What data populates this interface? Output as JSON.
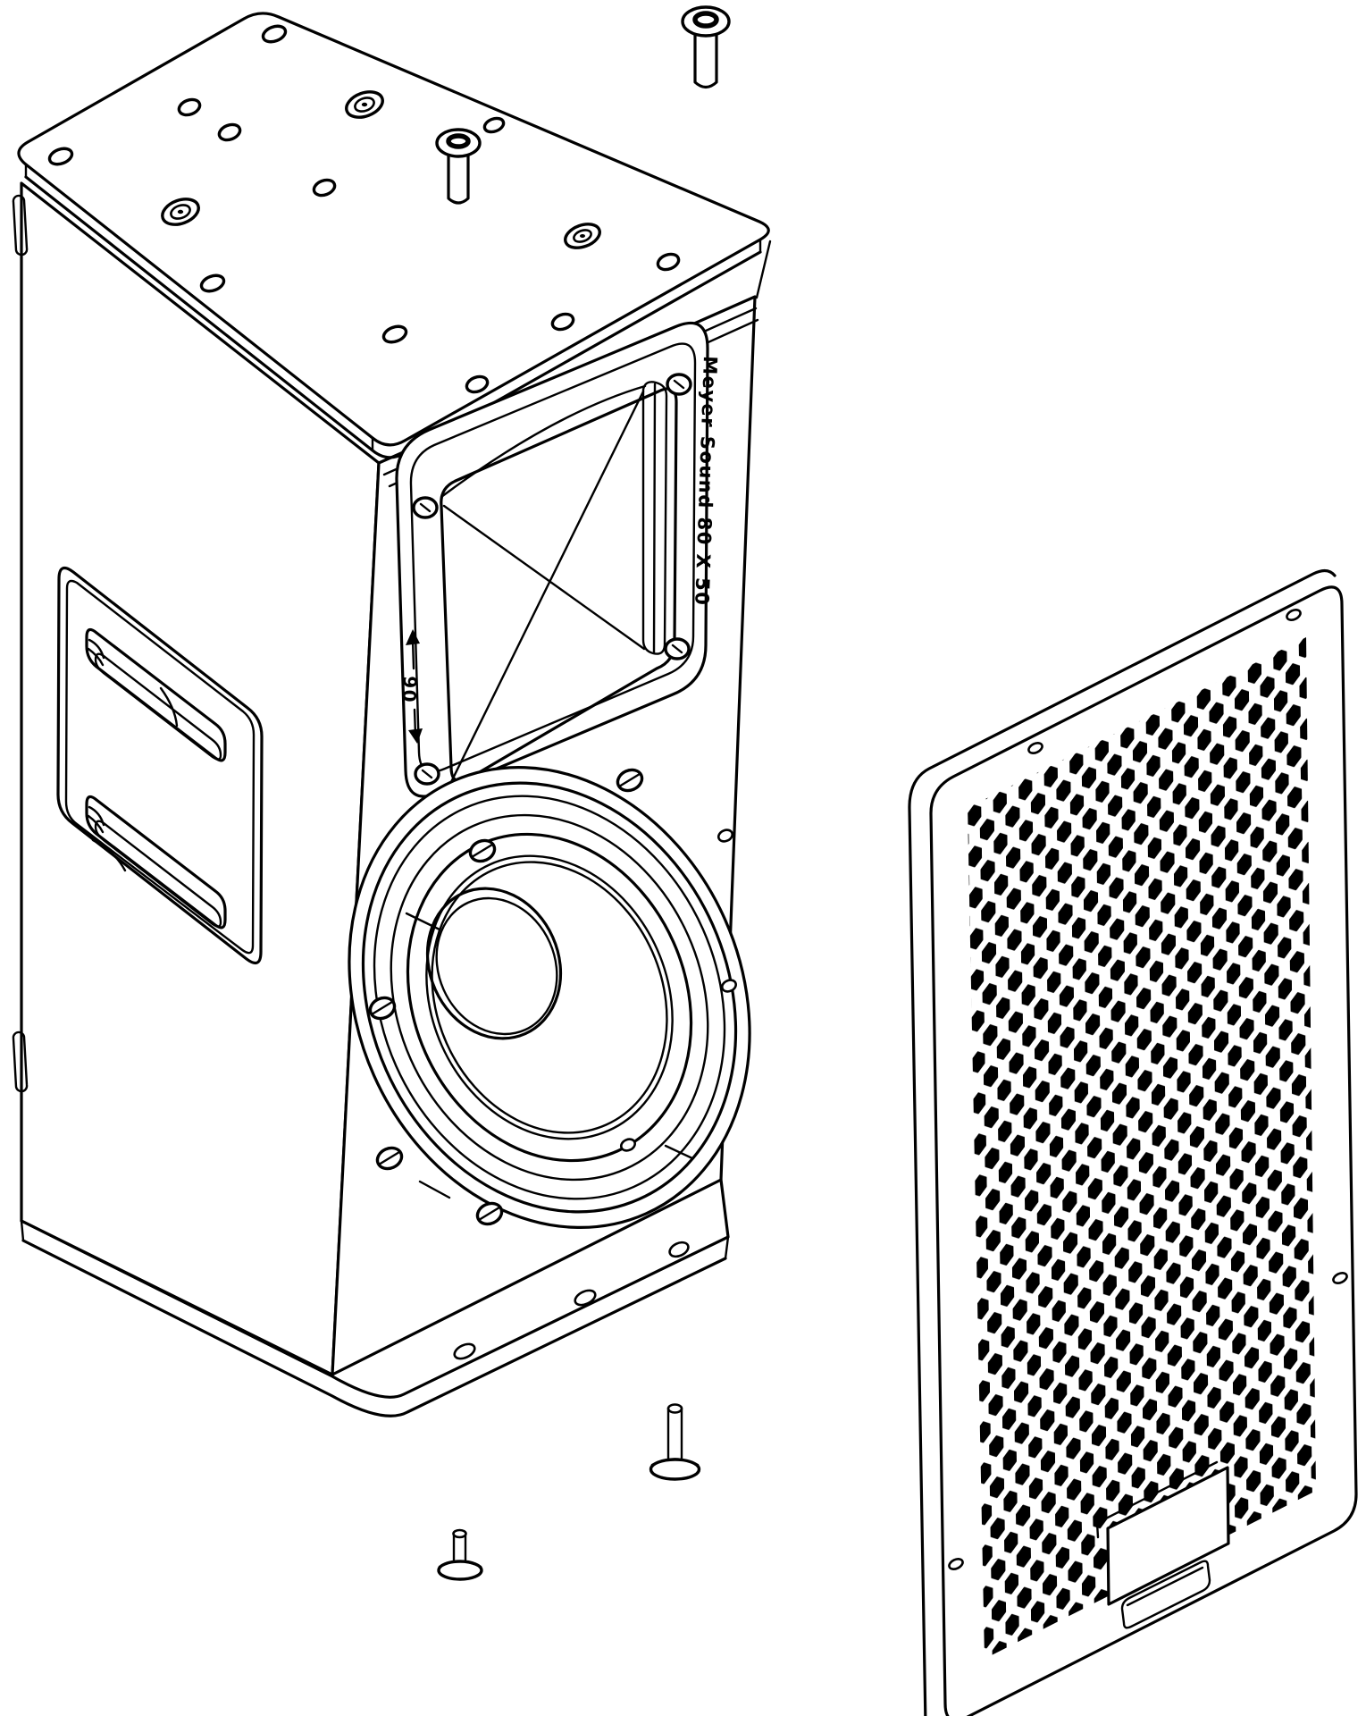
{
  "figure": {
    "title": "Loudspeaker exploded view",
    "description": "Black-and-white CAD-style exploded-view line drawing of a compact trapezoidal loudspeaker: cabinet with top mounting plate, rotatable horn, cone low-frequency driver, recessed side handle, four loose machine screws, and a removed perforated front grille",
    "background_color": "#ffffff",
    "line_color": "#000000"
  },
  "labels": {
    "horn_molded_text": "Meyer Sound 80 X 50",
    "horn_rotation_text": "90"
  },
  "parts": {
    "top_plate": "top mounting plate with rigging holes (3 countersunk)",
    "top_screws": "2 machine screws above the top plate",
    "horn": "rotatable horn with 4 corner screws and molded lettering",
    "woofer": "low-frequency cone driver with rim mounting clamps",
    "handle": "recessed side handle with two slots",
    "bottom_plate": "bottom plate with screw holes",
    "bottom_screws": "2 machine screws below the cabinet",
    "grille": "perforated front grille with blank logo badge"
  }
}
